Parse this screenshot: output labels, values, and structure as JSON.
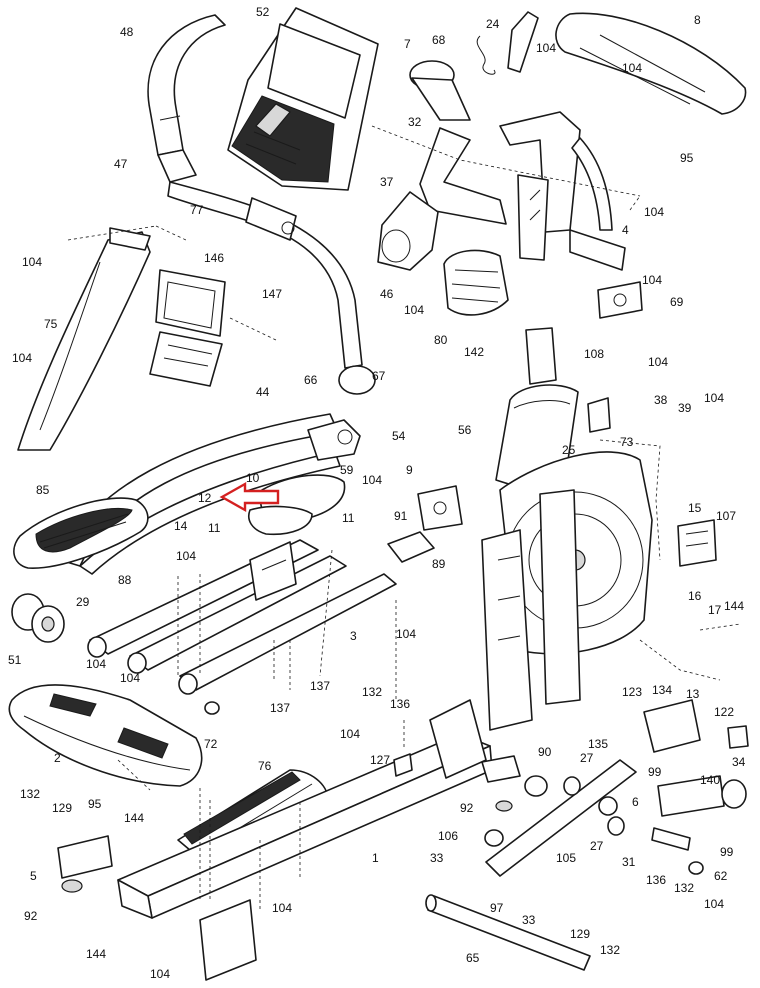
{
  "colors": {
    "line": "#1a1a1a",
    "highlight_arrow": "#d42020",
    "background": "#ffffff"
  },
  "callouts": [
    {
      "text": "52"
    },
    {
      "text": "48"
    },
    {
      "text": "7"
    },
    {
      "text": "68"
    },
    {
      "text": "24"
    },
    {
      "text": "104"
    },
    {
      "text": "8"
    },
    {
      "text": "104"
    },
    {
      "text": "95"
    },
    {
      "text": "32"
    },
    {
      "text": "37"
    },
    {
      "text": "47"
    },
    {
      "text": "77"
    },
    {
      "text": "104"
    },
    {
      "text": "104"
    },
    {
      "text": "4"
    },
    {
      "text": "146"
    },
    {
      "text": "147"
    },
    {
      "text": "46"
    },
    {
      "text": "104"
    },
    {
      "text": "104"
    },
    {
      "text": "69"
    },
    {
      "text": "75"
    },
    {
      "text": "80"
    },
    {
      "text": "142"
    },
    {
      "text": "104"
    },
    {
      "text": "108"
    },
    {
      "text": "66"
    },
    {
      "text": "67"
    },
    {
      "text": "104"
    },
    {
      "text": "44"
    },
    {
      "text": "38"
    },
    {
      "text": "39"
    },
    {
      "text": "104"
    },
    {
      "text": "56"
    },
    {
      "text": "54"
    },
    {
      "text": "25"
    },
    {
      "text": "73"
    },
    {
      "text": "59"
    },
    {
      "text": "10"
    },
    {
      "text": "9"
    },
    {
      "text": "104"
    },
    {
      "text": "85"
    },
    {
      "text": "12"
    },
    {
      "text": "14"
    },
    {
      "text": "11"
    },
    {
      "text": "11"
    },
    {
      "text": "91"
    },
    {
      "text": "89"
    },
    {
      "text": "15"
    },
    {
      "text": "107"
    },
    {
      "text": "104"
    },
    {
      "text": "88"
    },
    {
      "text": "29"
    },
    {
      "text": "3"
    },
    {
      "text": "104"
    },
    {
      "text": "16"
    },
    {
      "text": "17"
    },
    {
      "text": "144"
    },
    {
      "text": "51"
    },
    {
      "text": "104"
    },
    {
      "text": "104"
    },
    {
      "text": "137"
    },
    {
      "text": "137"
    },
    {
      "text": "132"
    },
    {
      "text": "136"
    },
    {
      "text": "123"
    },
    {
      "text": "134"
    },
    {
      "text": "13"
    },
    {
      "text": "122"
    },
    {
      "text": "2"
    },
    {
      "text": "72"
    },
    {
      "text": "104"
    },
    {
      "text": "135"
    },
    {
      "text": "90"
    },
    {
      "text": "27"
    },
    {
      "text": "99"
    },
    {
      "text": "34"
    },
    {
      "text": "95"
    },
    {
      "text": "76"
    },
    {
      "text": "127"
    },
    {
      "text": "140"
    },
    {
      "text": "132"
    },
    {
      "text": "129"
    },
    {
      "text": "92"
    },
    {
      "text": "6"
    },
    {
      "text": "144"
    },
    {
      "text": "106"
    },
    {
      "text": "27"
    },
    {
      "text": "99"
    },
    {
      "text": "5"
    },
    {
      "text": "33"
    },
    {
      "text": "105"
    },
    {
      "text": "31"
    },
    {
      "text": "1"
    },
    {
      "text": "62"
    },
    {
      "text": "136"
    },
    {
      "text": "132"
    },
    {
      "text": "92"
    },
    {
      "text": "97"
    },
    {
      "text": "104"
    },
    {
      "text": "104"
    },
    {
      "text": "33"
    },
    {
      "text": "144"
    },
    {
      "text": "65"
    },
    {
      "text": "129"
    },
    {
      "text": "132"
    },
    {
      "text": "104"
    }
  ]
}
